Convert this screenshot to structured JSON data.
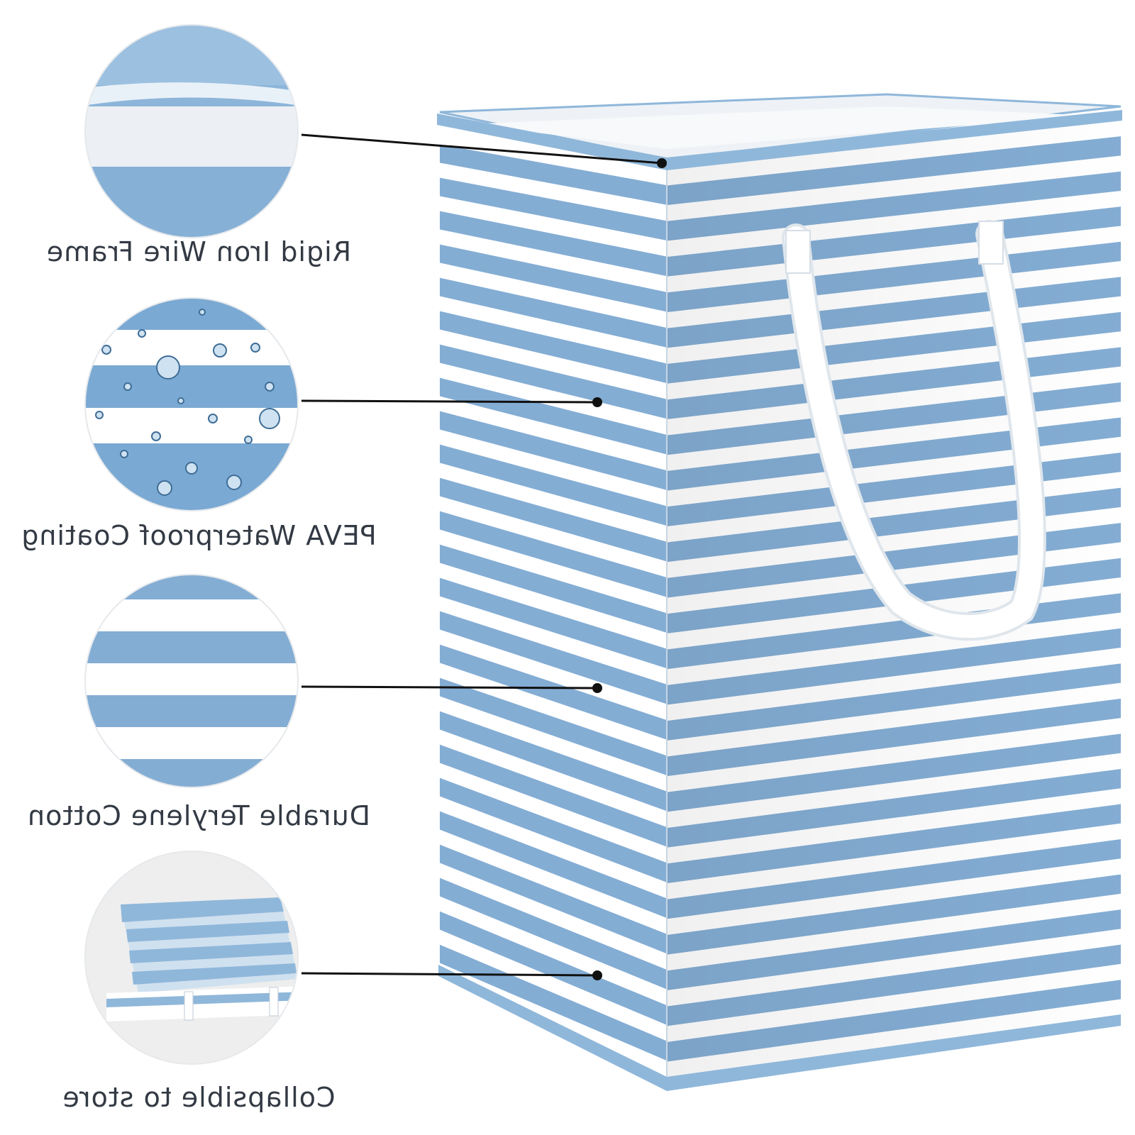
{
  "product": {
    "name": "",
    "colors": {
      "stripe_blue": "#84add4",
      "stripe_white": "#ffffff",
      "trim_blue": "#8fb7da",
      "handle": "#ffffff",
      "callout_line": "#111111"
    },
    "stripe_count": 25
  },
  "features": [
    {
      "label": "Rigid Iron Wire Frame",
      "icon": "wire-frame-closeup"
    },
    {
      "label": "PEVA Waterproof Coating",
      "icon": "water-droplets-closeup"
    },
    {
      "label": "Durable Terylene Cotton",
      "icon": "striped-fabric-closeup"
    },
    {
      "label": "Collapsible to store",
      "icon": "folded-basket-closeup"
    }
  ]
}
